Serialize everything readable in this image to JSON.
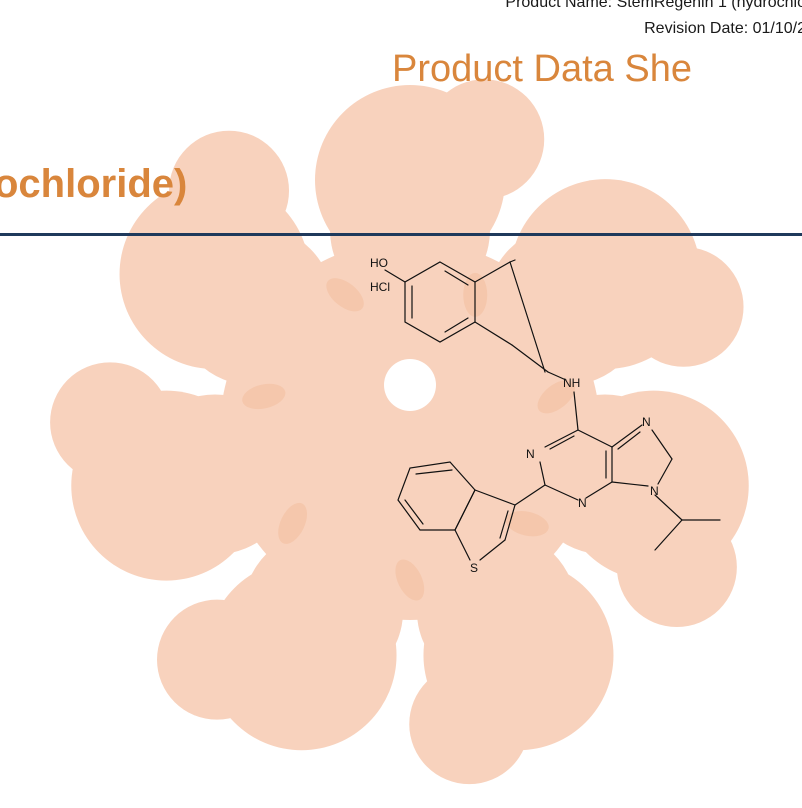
{
  "header": {
    "product_name": "Product Name: StemRegenin 1 (hydrochlo",
    "revision_date": "Revision Date: 01/10/2",
    "sheet_title": "Product Data She"
  },
  "compound": {
    "title_fragment": "ochloride)"
  },
  "structure": {
    "atom_labels": [
      "HO",
      "HCl",
      "NH",
      "N",
      "N",
      "N",
      "N",
      "S"
    ]
  },
  "colors": {
    "accent_orange": "#d9863c",
    "rule_navy": "#1f3a5c",
    "watermark": "#f7c9ae"
  }
}
